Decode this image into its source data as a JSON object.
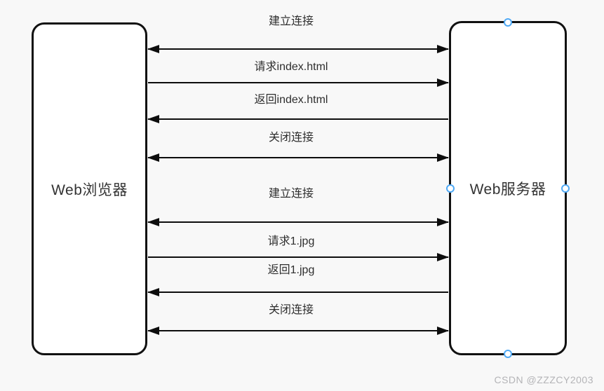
{
  "diagram": {
    "nodes": [
      {
        "id": "web-browser",
        "label": "Web浏览器"
      },
      {
        "id": "web-server",
        "label": "Web服务器"
      }
    ],
    "messages": [
      {
        "label": "建立连接",
        "direction": "both"
      },
      {
        "label": "请求index.html",
        "direction": "right"
      },
      {
        "label": "返回index.html",
        "direction": "left"
      },
      {
        "label": "关闭连接",
        "direction": "both"
      },
      {
        "label": "建立连接",
        "direction": "both"
      },
      {
        "label": "请求1.jpg",
        "direction": "right"
      },
      {
        "label": "返回1.jpg",
        "direction": "left"
      },
      {
        "label": "关闭连接",
        "direction": "both"
      }
    ],
    "colors": {
      "background": "#f8f8f8",
      "node_fill": "#ffffff",
      "node_border": "#111111",
      "line": "#0d0d0d",
      "text": "#2e2e2e",
      "handle_border": "#4fa9f5",
      "watermark": "#b4b4b7"
    }
  },
  "watermark": "CSDN @ZZZCY2003"
}
